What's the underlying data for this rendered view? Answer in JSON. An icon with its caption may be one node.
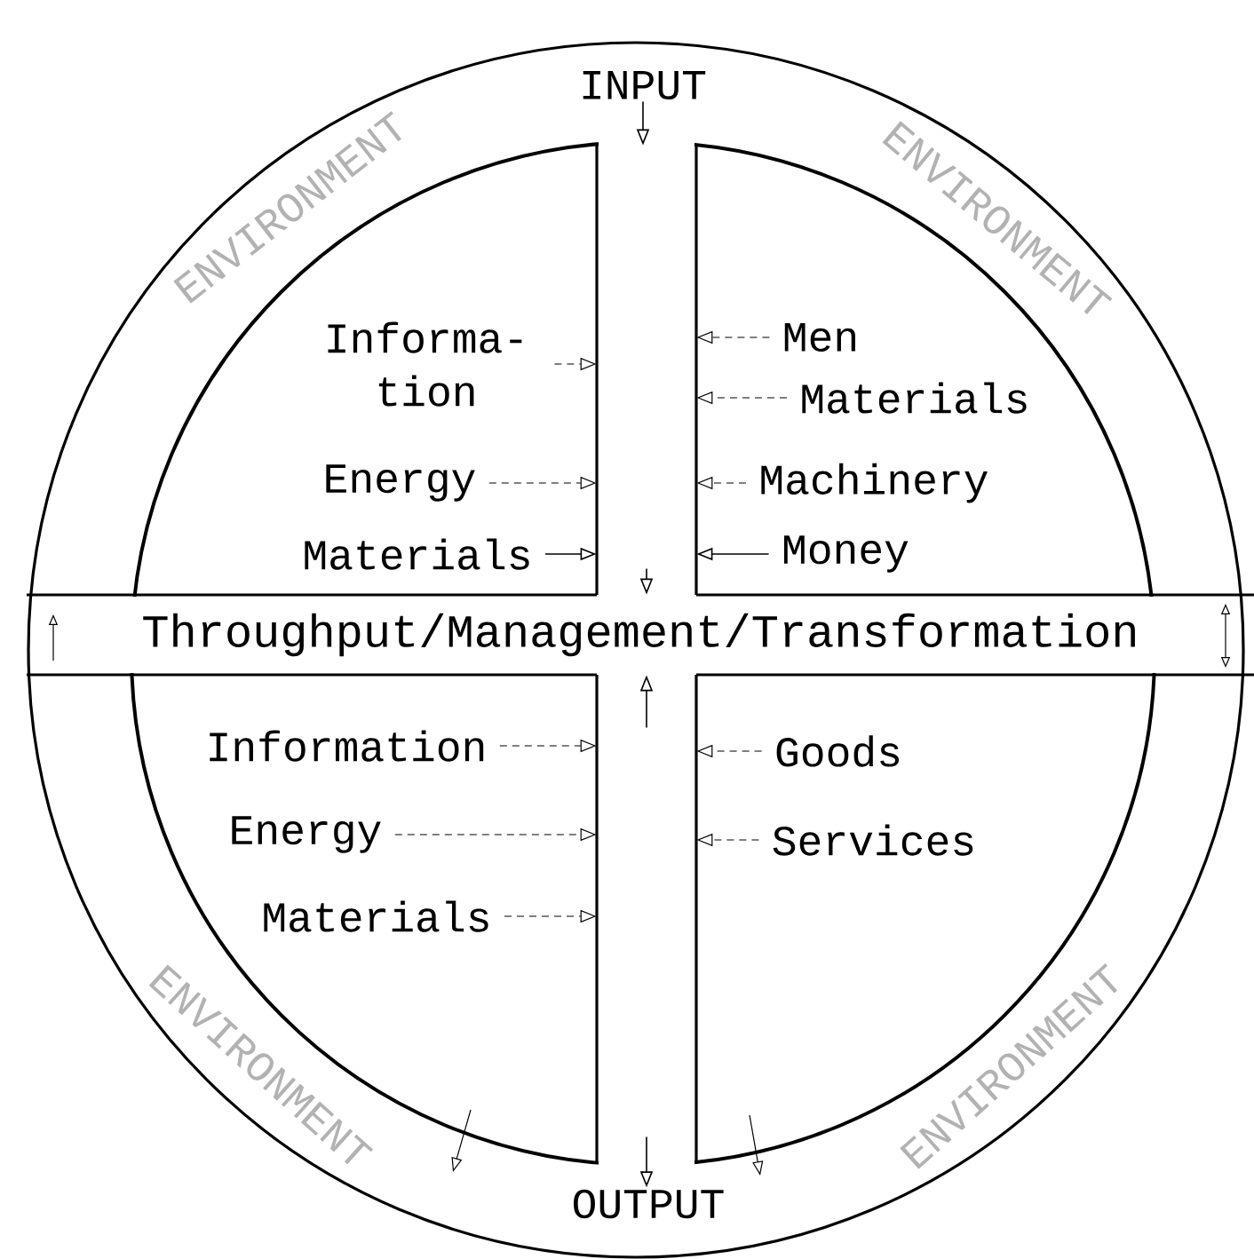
{
  "diagram": {
    "nodes": [
      {
        "text": [
          "ENVIRONMENT",
          "ENVIRONMENT",
          "ENVIRONMENT",
          "ENVIRONMENT"
        ]
      },
      {
        "text": [
          "INPUT"
        ],
        "in": 0
      },
      {
        "text": [],
        "shape": "box",
        "in": 0
      },
      {
        "text": [
          "Throughput/Management/Transformation"
        ],
        "in": 0
      },
      {
        "text": [],
        "shape": "box",
        "in": 0
      },
      {
        "text": [
          "OUTPUT"
        ],
        "in": 0
      },
      {
        "text": [
          "Informa- tion"
        ],
        "in": 0
      },
      {
        "text": [
          "Energy"
        ],
        "in": 0
      },
      {
        "text": [
          "Materials"
        ],
        "in": 0
      },
      {
        "text": [
          "Men"
        ],
        "in": 0
      },
      {
        "text": [
          "Materials"
        ],
        "in": 0
      },
      {
        "text": [
          "Machinery"
        ],
        "in": 0
      },
      {
        "text": [
          "Money"
        ],
        "in": 0
      },
      {
        "text": [
          "Information"
        ],
        "in": 0
      },
      {
        "text": [
          "Energy"
        ],
        "in": 0
      },
      {
        "text": [
          "Materials"
        ],
        "in": 0
      },
      {
        "text": [
          "Goods"
        ],
        "in": 0
      },
      {
        "text": [
          "Services"
        ],
        "in": 0
      }
    ],
    "edges": [
      {
        "from": 1,
        "to": 2,
        "arrow": "to"
      },
      {
        "from": 6,
        "to": 2,
        "arrow": "to",
        "style": "dashed"
      },
      {
        "from": 7,
        "to": 2,
        "arrow": "to",
        "style": "dashed"
      },
      {
        "from": 8,
        "to": 2,
        "arrow": "to"
      },
      {
        "from": 9,
        "to": 2,
        "arrow": "to",
        "style": "dashed"
      },
      {
        "from": 10,
        "to": 2,
        "arrow": "to",
        "style": "dashed"
      },
      {
        "from": 11,
        "to": 2,
        "arrow": "to",
        "style": "dashed"
      },
      {
        "from": 12,
        "to": 2,
        "arrow": "to"
      },
      {
        "from": 2,
        "to": 3,
        "arrow": "to"
      },
      {
        "from": 4,
        "to": 3,
        "arrow": "to"
      },
      {
        "from": 13,
        "to": 4,
        "arrow": "to",
        "style": "dashed"
      },
      {
        "from": 14,
        "to": 4,
        "arrow": "to",
        "style": "dashed"
      },
      {
        "from": 15,
        "to": 4,
        "arrow": "to",
        "style": "dashed"
      },
      {
        "from": 16,
        "to": 4,
        "arrow": "to",
        "style": "dashed"
      },
      {
        "from": 17,
        "to": 4,
        "arrow": "to",
        "style": "dashed"
      },
      {
        "from": 4,
        "to": 5,
        "arrow": "to"
      }
    ]
  }
}
